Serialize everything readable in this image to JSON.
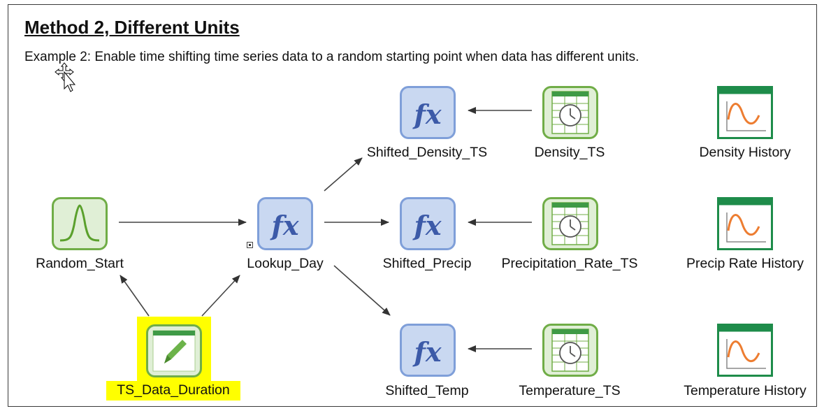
{
  "title": "Method 2, Different Units",
  "description": "Example 2: Enable time shifting time series data to a random starting point when data has different units.",
  "icons": {
    "distribution": "normal-distribution-icon",
    "expression": "fx-expression-icon",
    "time_series": "time-series-table-icon",
    "result": "history-chart-icon",
    "data": "data-edit-icon"
  },
  "colors": {
    "green_fill": "#e0efd6",
    "green_stroke": "#70ad47",
    "green_dark": "#1e8c4a",
    "blue_fill": "#c9d8f1",
    "blue_stroke": "#7f9fd9",
    "fx_text": "#3c5aa8",
    "orange_curve": "#ed7d31",
    "highlight": "#ffff00"
  },
  "nodes": {
    "random_start": {
      "label": "Random_Start"
    },
    "lookup_day": {
      "label": "Lookup_Day"
    },
    "ts_data_duration": {
      "label": "TS_Data_Duration"
    },
    "shifted_density_ts": {
      "label": "Shifted_Density_TS"
    },
    "shifted_precip": {
      "label": "Shifted_Precip"
    },
    "shifted_temp": {
      "label": "Shifted_Temp"
    },
    "density_ts": {
      "label": "Density_TS"
    },
    "precipitation_rate_ts": {
      "label": "Precipitation_Rate_TS"
    },
    "temperature_ts": {
      "label": "Temperature_TS"
    },
    "density_history": {
      "label": "Density History"
    },
    "precip_rate_history": {
      "label": "Precip Rate History"
    },
    "temperature_history": {
      "label": "Temperature History"
    }
  }
}
